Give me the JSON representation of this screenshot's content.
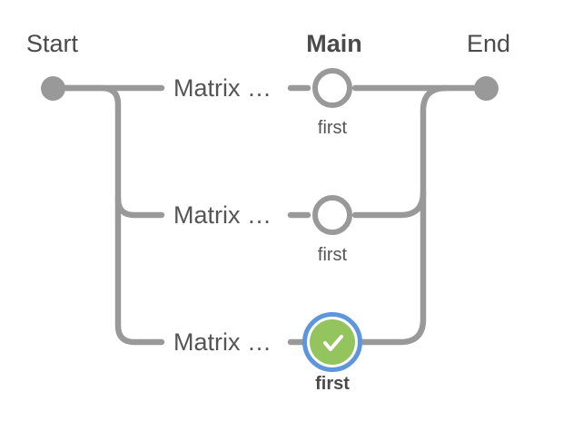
{
  "graph": {
    "start_label": "Start",
    "main_label": "Main",
    "end_label": "End",
    "branches": [
      {
        "name": "Matrix …",
        "stage": "first",
        "status": "not_run"
      },
      {
        "name": "Matrix …",
        "stage": "first",
        "status": "not_run"
      },
      {
        "name": "Matrix …",
        "stage": "first",
        "status": "passed"
      }
    ],
    "colors": {
      "line_gray": "#999999",
      "terminal_node_gray": "#999999",
      "heading_text": "#4a4a4a",
      "branch_text": "#555555",
      "passed_green": "#93c45e",
      "highlight_ring_blue": "#5e96dd",
      "check_white": "#ffffff"
    },
    "icons": {
      "passed_check": "check-icon"
    }
  }
}
